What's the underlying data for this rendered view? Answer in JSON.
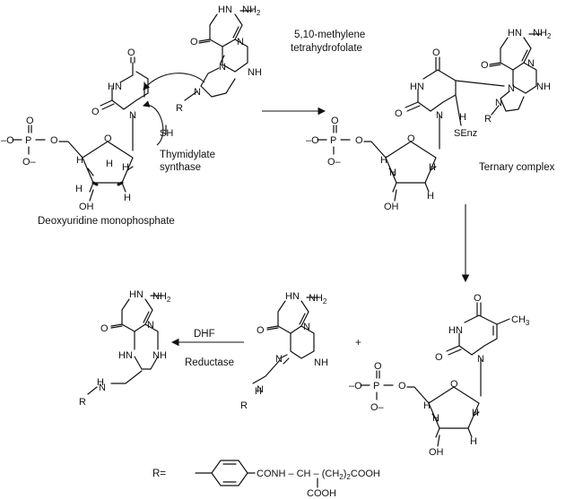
{
  "labels": {
    "reagent_line1": "5,10-methylene",
    "reagent_line2": "tetrahydrofolate",
    "substrate": "Deoxyuridine monophosphate",
    "enzyme_line1": "Thymidylate",
    "enzyme_line2": "synthase",
    "ternary": "Ternary complex",
    "reductase_line1": "DHF",
    "reductase_line2": "Reductase",
    "plus": "+",
    "r_def": "R=",
    "r_tail": "CONH – CH – (CH",
    "r_tail_sub": "2",
    "r_tail_end": ")",
    "r_tail_sub2": "2",
    "r_tail_acid": "COOH",
    "r_cooh": "COOH"
  },
  "atoms": {
    "NH2": "NH",
    "NH2_sub": "2",
    "HN": "HN",
    "NH": "NH",
    "N": "N",
    "O": "O",
    "H": "H",
    "R": "R",
    "OH": "OH",
    "SH": "SH",
    "SEnz": "SEnz",
    "CH3": "CH",
    "CH3_sub": "3",
    "P": "P",
    "O_minus": "–O",
    "O_minus_b": "O–"
  },
  "colors": {
    "ink": "#111111",
    "background": "#ffffff"
  }
}
